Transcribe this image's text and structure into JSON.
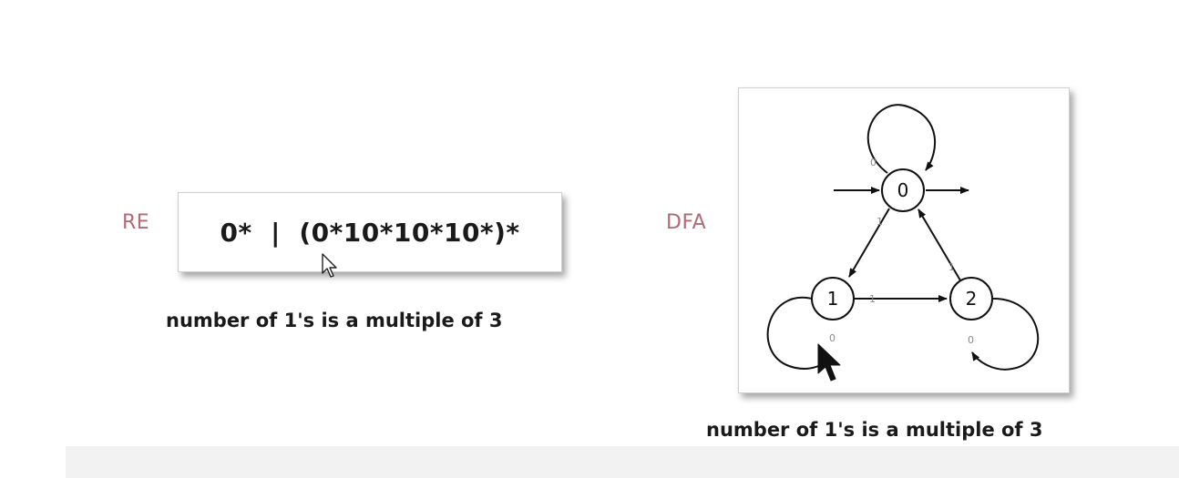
{
  "re": {
    "tag": "RE",
    "expression": "0*  |  (0*10*10*10*)*",
    "caption": "number of 1's is a multiple of 3"
  },
  "dfa": {
    "tag": "DFA",
    "caption": "number of 1's is a multiple of 3",
    "states": [
      {
        "id": "q0",
        "label": "0",
        "start": true,
        "accept": true
      },
      {
        "id": "q1",
        "label": "1"
      },
      {
        "id": "q2",
        "label": "2"
      }
    ],
    "transitions": [
      {
        "from": "0",
        "to": "0",
        "symbol": "0"
      },
      {
        "from": "0",
        "to": "1",
        "symbol": "1"
      },
      {
        "from": "1",
        "to": "2",
        "symbol": "1"
      },
      {
        "from": "2",
        "to": "0",
        "symbol": "1"
      },
      {
        "from": "1",
        "to": "1",
        "symbol": "0"
      },
      {
        "from": "2",
        "to": "2",
        "symbol": "0"
      }
    ]
  },
  "icons": {
    "pointer": "mouse-pointer-icon",
    "arrow_cursor": "arrow-cursor-icon"
  },
  "colors": {
    "tag": "#b06a78",
    "text": "#1a1a1a",
    "edge_label": "#8a8a8a"
  }
}
